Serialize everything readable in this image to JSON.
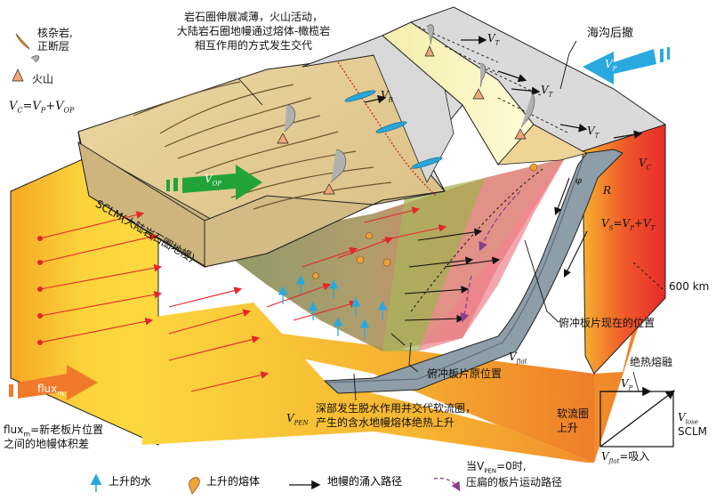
{
  "legend_left": {
    "fault_label_1": "核杂岩,",
    "fault_label_2": "正断层",
    "volcano_label": "火山",
    "vc_formula": "V",
    "vc_sub": "C",
    "vc_rest": "=V",
    "vc_sub2": "P",
    "vc_rest2": "+V",
    "vc_sub3": "OP"
  },
  "annotations": {
    "top_note_1": "岩石圈伸展减薄，火山活动，",
    "top_note_2": "大陆岩石圈地幔通过熔体-橄榄岩",
    "top_note_3": "相互作用的方式发生交代",
    "trench_retreat": "海沟后撤",
    "sclm": "SCLM(大陆岩石圈地幔)",
    "depth": "600 km",
    "slab_current": "俯冲板片现在的位置",
    "slab_original": "俯冲板片原位置",
    "dehydration_1": "深部发生脱水作用并交代软流圈，",
    "dehydration_2": "产生的含水地幔熔体绝热上升",
    "flux_note_1": "flux",
    "flux_note_sub": "m",
    "flux_note_2": "=新老板片位置",
    "flux_note_3": "之间的地幔体积差",
    "flux_arrow": "flux",
    "flux_arrow_sub": "m",
    "v_op": "V",
    "v_op_sub": "OP",
    "v_p": "V",
    "v_p_sub": "P",
    "v_b": "V",
    "v_b_sub": "B",
    "v_t": "V",
    "v_t_sub": "T",
    "v_c": "V",
    "v_c_sub": "C",
    "r_label": "R",
    "phi": "φ",
    "vs_formula": "V",
    "vs_sub": "S",
    "vs_rest": "=V",
    "vs_sub2": "P",
    "vs_rest2": "+V",
    "vs_sub3": "T",
    "v_pen": "V",
    "v_pen_sub": "PEN",
    "v_flat": "V",
    "v_flat_sub": "flat"
  },
  "inset": {
    "title": "绝热熔融",
    "vp": "V",
    "vp_sub": "P",
    "asthen_1": "软流圈",
    "asthen_2": "上升",
    "vlose": "V",
    "vlose_sub": "lose",
    "sclm": "SCLM",
    "vflat": "V",
    "vflat_sub": "flat",
    "vflat_rest": "=吸入"
  },
  "legend_bottom": {
    "water": "上升的水",
    "melt": "上升的熔体",
    "flow": "地幔的涌入路径",
    "vpen_1": "当V",
    "vpen_sub": "PEN",
    "vpen_2": "=0时,",
    "vpen_3": "压扁的板片运动路径"
  },
  "colors": {
    "crust": "#d8c590",
    "sclm_face": "#c9b27a",
    "ocean_plate": "#d6d6d6",
    "slab": "#7d8f9a",
    "mantle_hot": "#f29a2a",
    "mantle_yellow": "#fbd23a",
    "metasom_green": "#7f8f55",
    "accent_blue": "#28a9e0",
    "accent_green": "#22a33a",
    "accent_orange": "#f07a2a"
  }
}
